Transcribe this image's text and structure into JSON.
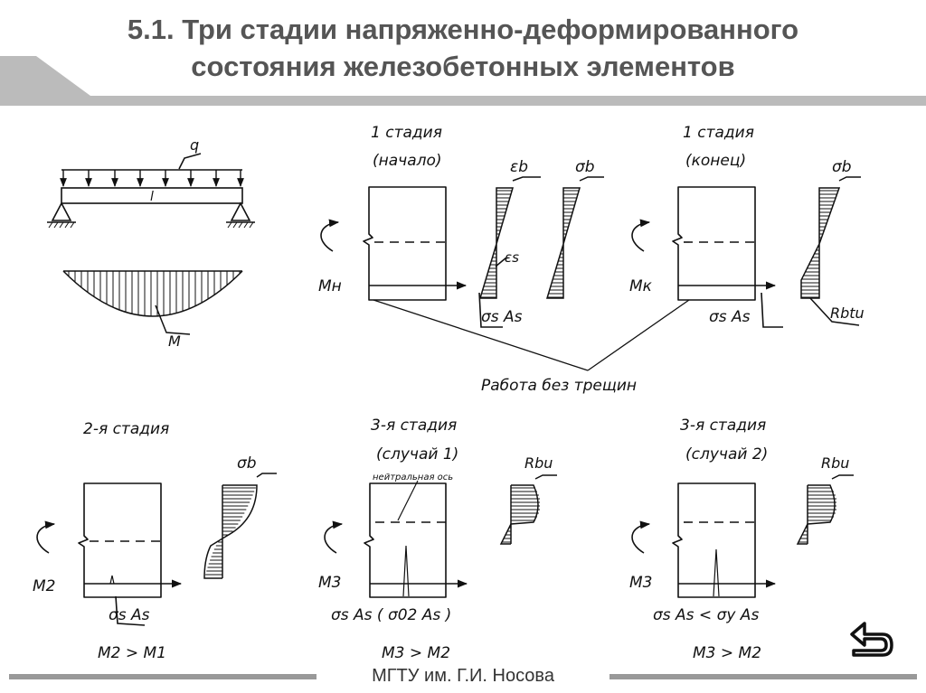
{
  "header": {
    "title_line1": "5.1. Три стадии напряженно-деформированного",
    "title_line2": "состояния железобетонных элементов"
  },
  "beam": {
    "load_label": "q",
    "span_label": "l",
    "moment_label": "M"
  },
  "stage1_start": {
    "title1": "1 стадия",
    "title2": "(начало)",
    "eps_b": "εb",
    "sigma_b": "σb",
    "eps_s": "εs",
    "moment": "Mн",
    "force": "σs As"
  },
  "stage1_end": {
    "title1": "1 стадия",
    "title2": "(конец)",
    "sigma_b": "σb",
    "moment": "Mк",
    "force": "σs As",
    "rbtu": "Rbtu"
  },
  "no_cracks_label": "Работа без трещин",
  "stage2": {
    "title": "2-я стадия",
    "sigma_b": "σb",
    "moment": "M2",
    "force": "σs As",
    "condition": "M2 > M1"
  },
  "stage3_case1": {
    "title1": "3-я стадия",
    "title2": "(случай 1)",
    "neutral_axis": "нейтральная ось",
    "rbu": "Rbu",
    "moment": "M3",
    "force": "σs As ( σ02 As )",
    "condition": "M3 > M2"
  },
  "stage3_case2": {
    "title1": "3-я стадия",
    "title2": "(случай 2)",
    "rbu": "Rbu",
    "moment": "M3",
    "force": "σs As < σy As",
    "condition": "M3 > M2"
  },
  "footer": {
    "text": "МГТУ им. Г.И. Носова"
  },
  "nav": {
    "back_icon": "return-arrow-icon"
  },
  "colors": {
    "title": "#555555",
    "band": "#bbbbbb",
    "ink": "#111111"
  }
}
